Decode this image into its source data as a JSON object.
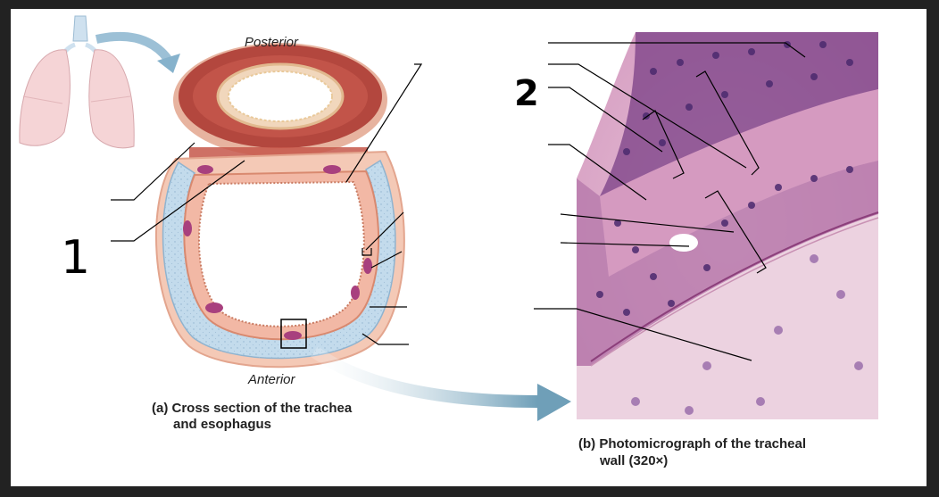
{
  "labels": {
    "posterior": "Posterior",
    "anterior": "Anterior",
    "caption_a_line1": "(a) Cross section of the trachea",
    "caption_a_line2": "and esophagus",
    "caption_b_line1": "(b) Photomicrograph of the tracheal",
    "caption_b_line2": "wall (320×)",
    "hand_1": "1",
    "hand_2": "2"
  },
  "colors": {
    "cartilage": "#bcd6e8",
    "mucosa": "#f2b8a5",
    "esophagus": "#b3473e",
    "micrograph": "#d8a6c6"
  }
}
